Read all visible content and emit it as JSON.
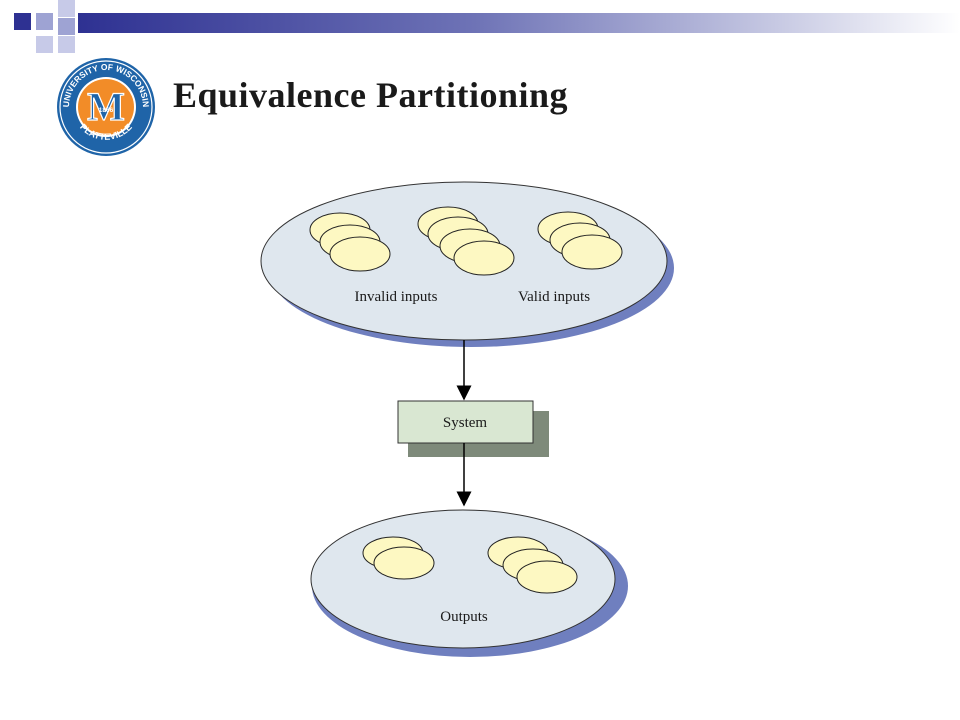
{
  "slide": {
    "title": "Equivalence Partitioning",
    "logo": {
      "text_top": "UNIVERSITY OF WISCONSIN",
      "text_bottom": "PLATTEVILLE",
      "year": "1866",
      "letter": "M"
    }
  },
  "diagram": {
    "input_set": {
      "labels": [
        "Invalid inputs",
        "Valid inputs"
      ]
    },
    "system": {
      "label": "System"
    },
    "output_set": {
      "label": "Outputs"
    }
  },
  "colors": {
    "ellipse_fill": "#dfe7ee",
    "ellipse_shadow": "#6f7fbf",
    "partition_fill": "#fdf8c2",
    "system_fill": "#d9e7d2",
    "system_shadow": "#7e8a7a",
    "banner": "#2e3192",
    "seal_blue": "#1f64a8",
    "seal_orange": "#f28c28"
  }
}
